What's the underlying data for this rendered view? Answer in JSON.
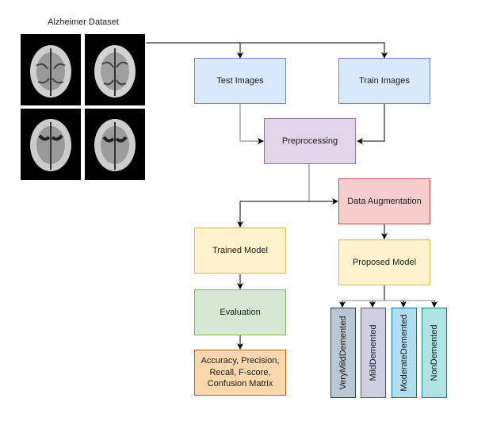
{
  "dataset": {
    "title": "Alzheimer Dataset",
    "images": [
      "brain-mri-1",
      "brain-mri-2",
      "brain-mri-3",
      "brain-mri-4"
    ]
  },
  "nodes": {
    "test_images": "Test Images",
    "train_images": "Train Images",
    "preprocessing": "Preprocessing",
    "data_augmentation": "Data Augmentation",
    "trained_model": "Trained Model",
    "proposed_model": "Proposed Model",
    "evaluation": "Evaluation",
    "metrics": [
      "Accuracy, Precision,",
      "Recall, F-score,",
      "Confusion Matrix"
    ]
  },
  "classes": [
    "VeryMildDemented",
    "MildDemented",
    "ModerateDemented",
    "NonDemented"
  ],
  "colors": {
    "blue": "#dae8fc",
    "purple": "#e1d5e7",
    "red": "#f8cecc",
    "yellow": "#fff2cc",
    "green": "#d5e8d4",
    "orange": "#fad7ac",
    "edge": "#000000",
    "edge_gray": "#a0a0a0"
  }
}
